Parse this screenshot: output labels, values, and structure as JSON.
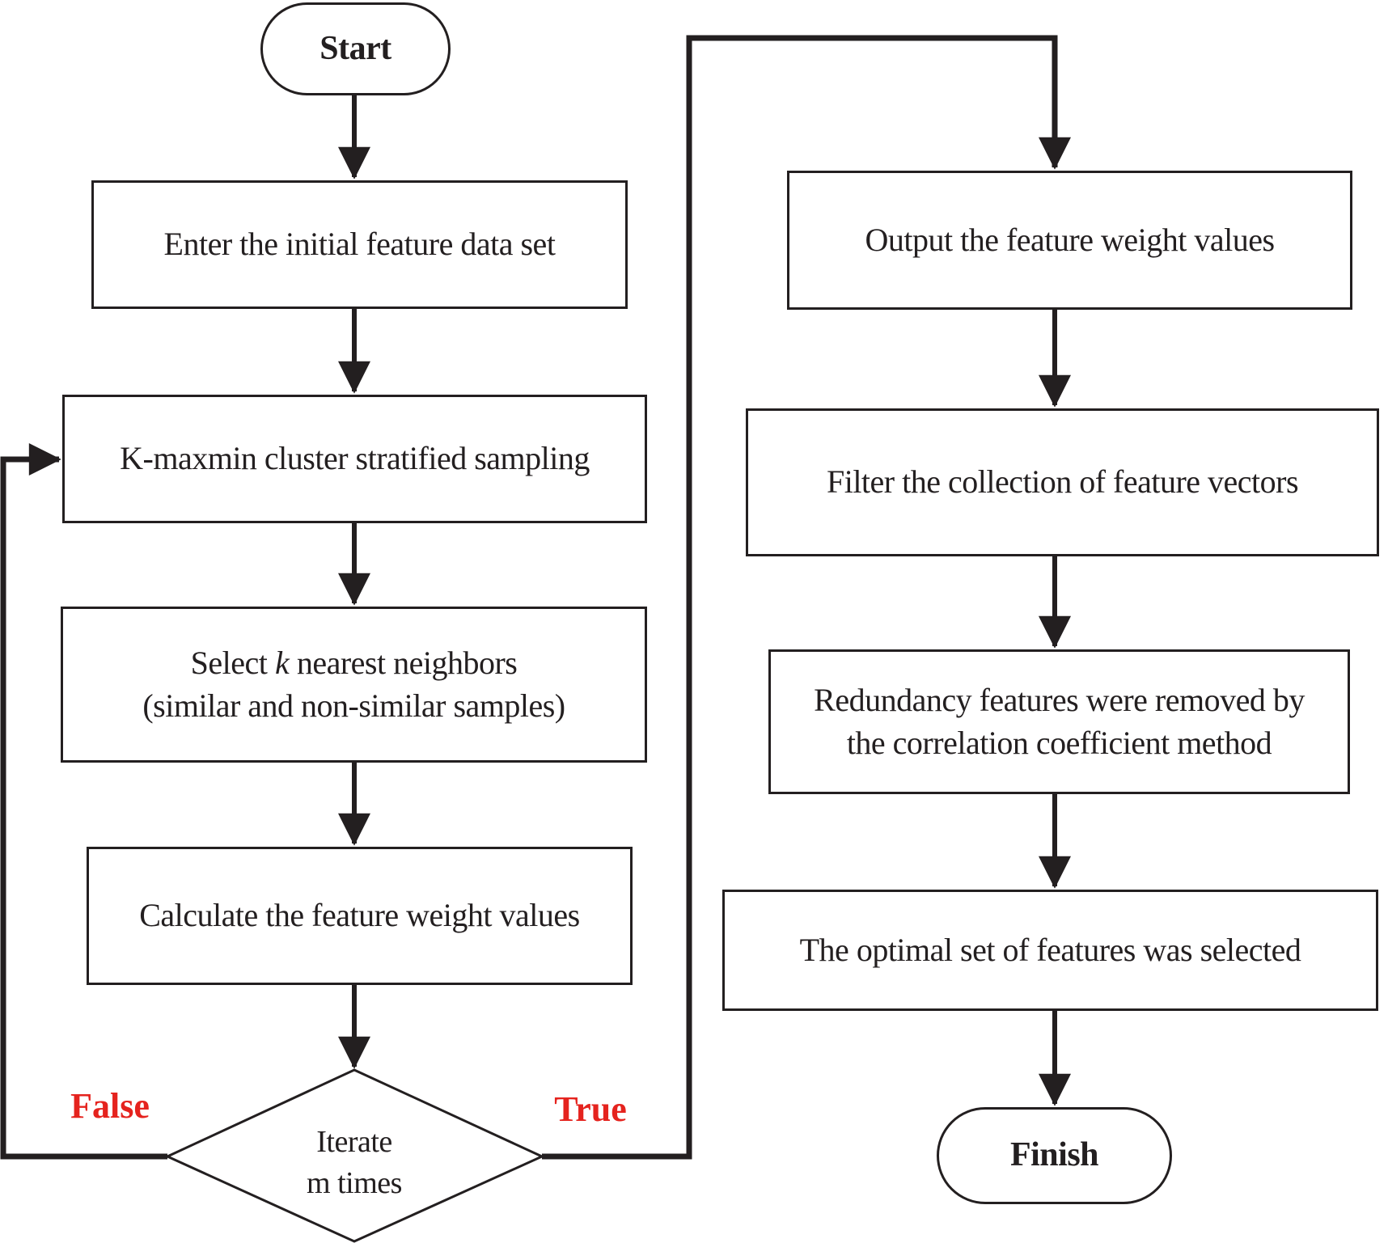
{
  "colors": {
    "stroke": "#231f20",
    "label_red": "#e5231e",
    "background": "#ffffff"
  },
  "nodes": {
    "start": {
      "label": "Start"
    },
    "enter": {
      "label": "Enter the initial feature data set"
    },
    "kmaxmin": {
      "label": "K-maxmin cluster stratified sampling"
    },
    "select": {
      "line1_prefix": "Select",
      "k": "k",
      "line1_suffix": "nearest neighbors",
      "line2": "(similar and non-similar samples)"
    },
    "calculate": {
      "label": "Calculate the feature weight values"
    },
    "decision": {
      "line1": "Iterate",
      "line2": "m times"
    },
    "output": {
      "label": "Output the feature weight values"
    },
    "filter": {
      "label": "Filter the collection of feature vectors"
    },
    "redundancy": {
      "line1": "Redundancy features were removed by",
      "line2": "the correlation coefficient method"
    },
    "optimal": {
      "label": "The optimal set of features was selected"
    },
    "finish": {
      "label": "Finish"
    }
  },
  "branch_labels": {
    "false_label": "False",
    "true_label": "True"
  }
}
